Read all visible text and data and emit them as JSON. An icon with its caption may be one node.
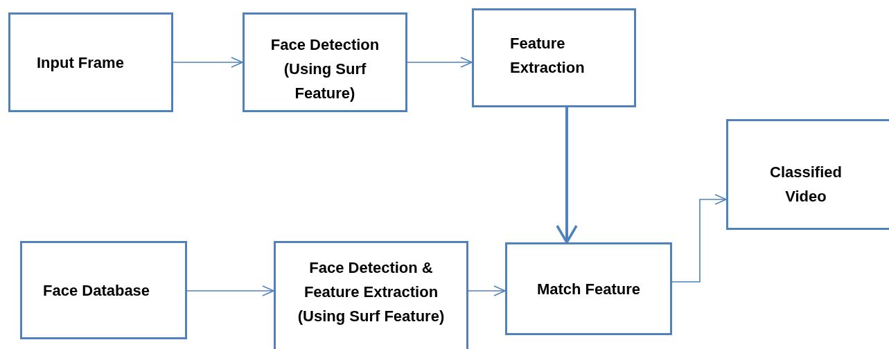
{
  "diagram": {
    "nodes": [
      {
        "text": [
          "Input Frame"
        ]
      },
      {
        "text": [
          "Face Detection (Using Surf Feature)"
        ]
      },
      {
        "text": [
          "Feature Extraction"
        ]
      },
      {
        "text": [
          "Classified Video"
        ]
      },
      {
        "text": [
          "Face Database"
        ]
      },
      {
        "text": [
          "Face Detection & Feature Extraction (Using Surf Feature)"
        ]
      },
      {
        "text": [
          "Match Feature"
        ]
      }
    ],
    "edges": [
      {
        "from": 0,
        "to": 1,
        "arrow": "to"
      },
      {
        "from": 1,
        "to": 2,
        "arrow": "to"
      },
      {
        "from": 2,
        "to": 6,
        "arrow": "to",
        "style": "thick"
      },
      {
        "from": 4,
        "to": 5,
        "arrow": "to"
      },
      {
        "from": 5,
        "to": 6,
        "arrow": "to"
      },
      {
        "from": 6,
        "to": 3,
        "arrow": "to"
      }
    ]
  }
}
